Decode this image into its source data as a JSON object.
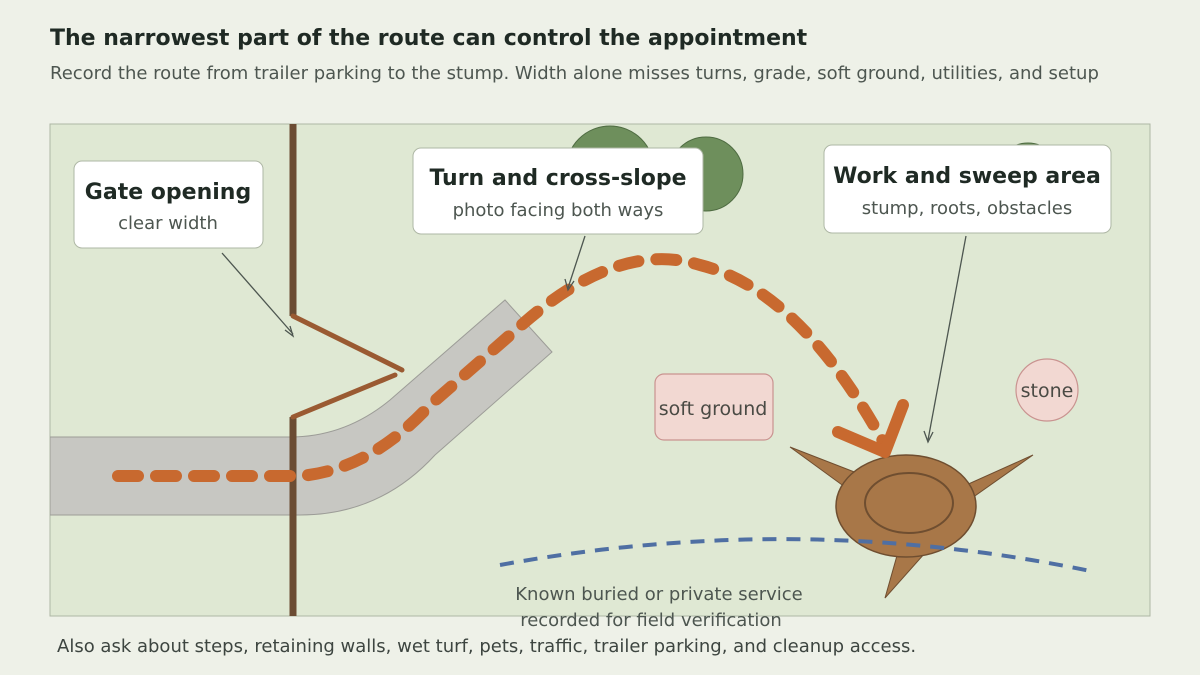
{
  "header": {
    "title": "The narrowest part of the route can control the appointment",
    "subtitle": "Record the route from trailer parking to the stump. Width alone misses turns, grade, soft ground, utilities, and setup"
  },
  "callouts": {
    "gate": {
      "title": "Gate opening",
      "subtitle": "clear width"
    },
    "turn": {
      "title": "Turn and cross-slope",
      "subtitle": "photo facing both ways"
    },
    "work": {
      "title": "Work and sweep area",
      "subtitle": "stump, roots, obstacles"
    }
  },
  "markers": {
    "soft_ground": "soft ground",
    "stone": "stone"
  },
  "utility": {
    "line1": "Known buried or private service",
    "line2": "recorded for field verification"
  },
  "footer": {
    "note": "Also ask about steps, retaining walls, wet turf, pets, traffic, trailer parking, and cleanup access."
  },
  "colors": {
    "background": "#eef1e8",
    "yard": "#dfe8d3",
    "driveway": "#c7c7c2",
    "route": "#c8692f",
    "fence": "#6b4c33",
    "gate": "#9a5a32",
    "tree": "#6e8f5c",
    "stump": "#a87748",
    "hazard_fill": "#f2d8d2",
    "hazard_stroke": "#c99390",
    "utility": "#4f6fa3"
  }
}
